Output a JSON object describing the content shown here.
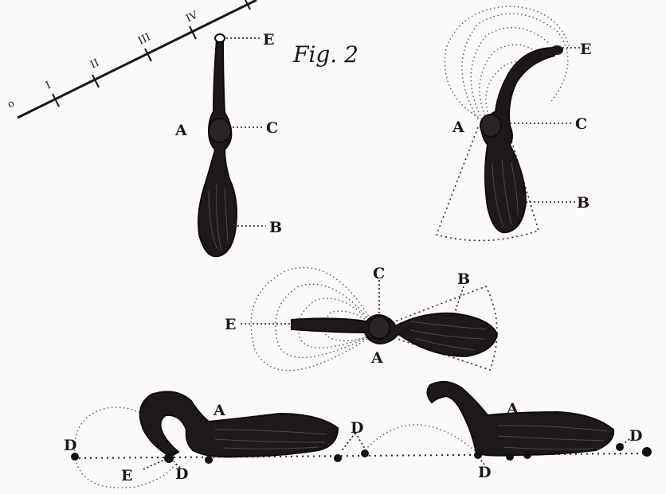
{
  "title": "Fig. 2",
  "scale": {
    "ticks": [
      "o",
      "I",
      "II",
      "III",
      "IV"
    ]
  },
  "figure1": {
    "labels": {
      "E": "E",
      "A": "A",
      "C": "C",
      "B": "B"
    }
  },
  "figure2": {
    "labels": {
      "E": "E",
      "A": "A",
      "C": "C",
      "B": "B"
    }
  },
  "figure3": {
    "labels": {
      "C": "C",
      "B": "B",
      "E": "E",
      "A": "A"
    }
  },
  "figure4": {
    "labels": {
      "A": "A",
      "D1": "D",
      "D2": "D",
      "E": "E"
    }
  },
  "figure5": {
    "labels": {
      "D1": "D",
      "A": "A",
      "D2": "D",
      "D3": "D"
    }
  }
}
